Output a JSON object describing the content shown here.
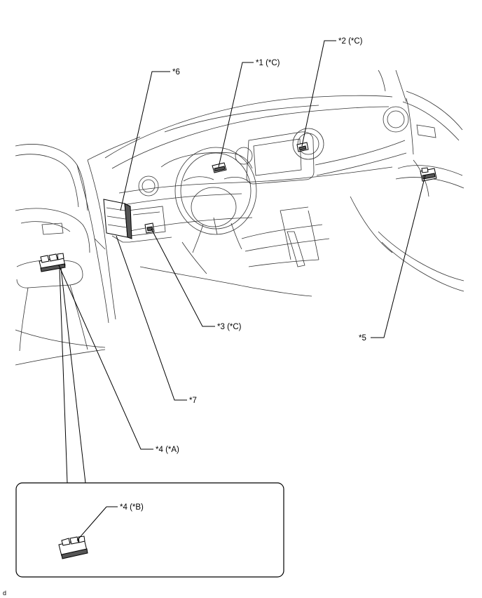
{
  "callouts": {
    "c1": "*1 (*C)",
    "c2": "*2 (*C)",
    "c3": "*3 (*C)",
    "c4a": "*4 (*A)",
    "c4b": "*4 (*B)",
    "c5": "*5",
    "c6": "*6",
    "c7": "*7"
  },
  "image_code": "d"
}
